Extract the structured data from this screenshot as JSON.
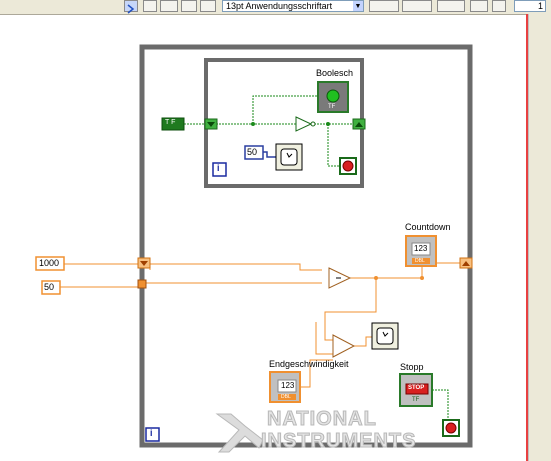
{
  "toolbar": {
    "font_selector": "13pt Anwendungsschriftart",
    "arrow_icon": "run-arrow-icon",
    "page_number": "1"
  },
  "diagram": {
    "inner_loop": {
      "indicator_label": "Boolesch",
      "true_constant": "T F",
      "wait_constant": "50",
      "tf_tag": "TF",
      "iteration_terminal": "i"
    },
    "outer_loop": {
      "const_1000": "1000",
      "const_50": "50",
      "countdown_label": "Countdown",
      "countdown_value": "123",
      "countdown_tag": "DBL",
      "speed_label": "Endgeschwindigkeit",
      "speed_value": "123",
      "speed_tag": "DBL",
      "stop_label": "Stopp",
      "stop_button_text": "STOP",
      "stop_tag": "TF",
      "iteration_terminal": "i"
    }
  },
  "watermark": {
    "line1": "NATIONAL",
    "line2": "INSTRUMENTS"
  },
  "colors": {
    "loop_frame": "#6b6b6b",
    "orange_wire": "#f09030",
    "green_wire": "#1a8a1a",
    "blue_wire": "#2a3fa0",
    "led_green": "#20c020",
    "stop_red": "#d82020"
  }
}
